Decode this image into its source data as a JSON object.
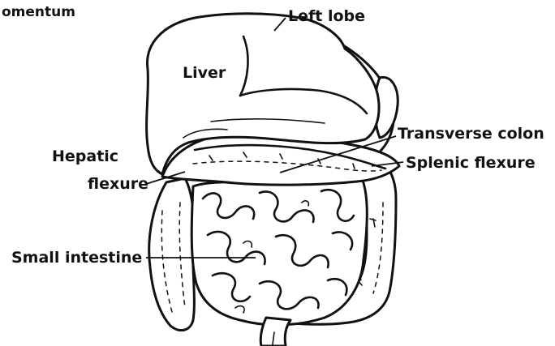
{
  "labels": {
    "omentum": "omentum",
    "left_lobe": "Left lobe",
    "liver": "Liver",
    "transverse_colon": "Transverse colon",
    "hepatic": "Hepatic",
    "flexure": "flexure",
    "splenic_flexure": "Splenic flexure",
    "small_intestine": "Small intestine"
  }
}
